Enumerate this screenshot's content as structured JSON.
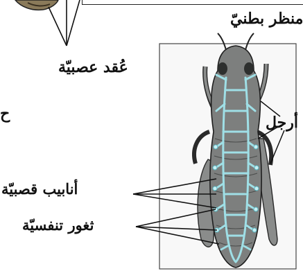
{
  "labels": {
    "ventral_view": "منظر بطنيّ",
    "nerve_ganglia": "عُقد عصبيّة",
    "cut_text": "ح",
    "legs": "أرجل",
    "tracheae": "أنابيب قصبيّة",
    "spiracles": "ثغور تنفسيّة"
  },
  "colors": {
    "body": "#7d7f7e",
    "trachea": "#9fdfe6",
    "outline": "#222222"
  }
}
